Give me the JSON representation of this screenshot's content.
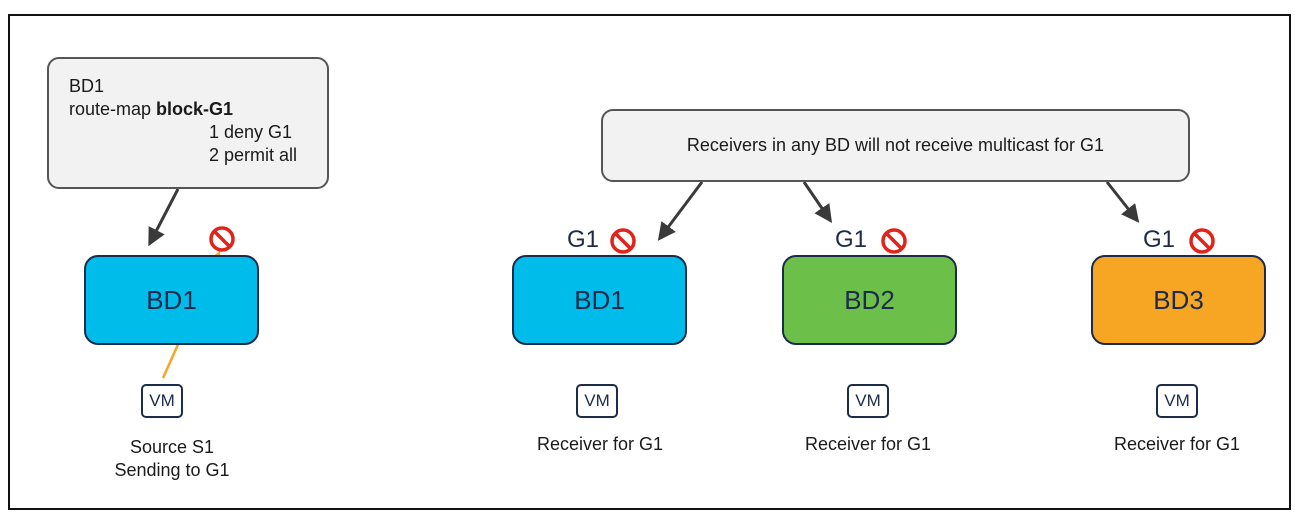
{
  "left_callout": {
    "line1": "BD1",
    "line2_prefix": "route-map ",
    "line2_bold": "block-G1",
    "line3": "1 deny G1",
    "line4": "2 permit all"
  },
  "top_callout": {
    "text": "Receivers in any BD will not receive multicast for G1"
  },
  "source_bd": {
    "label": "BD1",
    "color": "#00bceb"
  },
  "source_vm": {
    "label": "VM",
    "caption_line1": "Source S1",
    "caption_line2": "Sending to G1"
  },
  "receivers": [
    {
      "group_label": "G1",
      "bd_label": "BD1",
      "bd_color": "#00bceb",
      "vm_label": "VM",
      "caption": "Receiver for G1"
    },
    {
      "group_label": "G1",
      "bd_label": "BD2",
      "bd_color": "#6cc04a",
      "vm_label": "VM",
      "caption": "Receiver for G1"
    },
    {
      "group_label": "G1",
      "bd_label": "BD3",
      "bd_color": "#f6a623",
      "vm_label": "VM",
      "caption": "Receiver for G1"
    }
  ],
  "colors": {
    "block_icon": "#e2231a",
    "source_arrow": "#f6a623",
    "arrow": "#3a3a3a"
  }
}
